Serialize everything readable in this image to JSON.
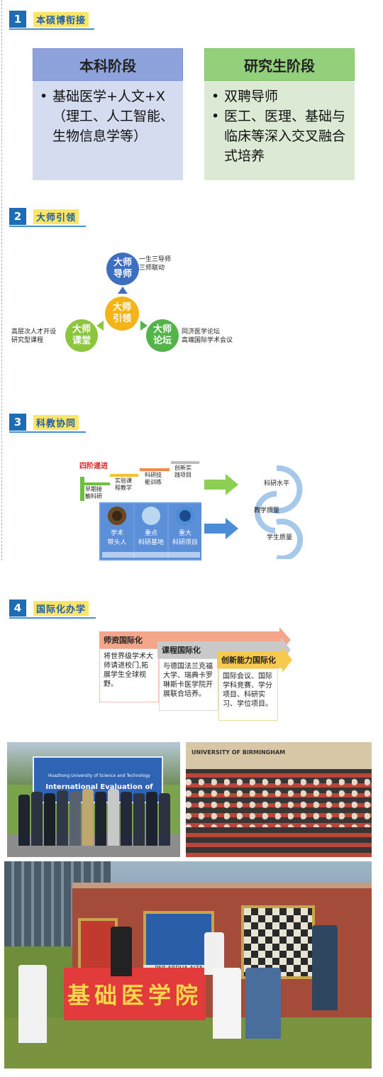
{
  "sections": [
    {
      "num": "1",
      "title": "本硕博衔接"
    },
    {
      "num": "2",
      "title": "大师引领"
    },
    {
      "num": "3",
      "title": "科教协同"
    },
    {
      "num": "4",
      "title": "国际化办学"
    }
  ],
  "stages": {
    "undergrad": {
      "title": "本科阶段",
      "items": [
        "基础医学+人文+X（理工、人工智能、生物信息学等）"
      ]
    },
    "postgrad": {
      "title": "研究生阶段",
      "items": [
        "双聘导师",
        "医工、医理、基础与临床等深入交叉融合式培养"
      ]
    }
  },
  "masters": {
    "center": "大师\n引领",
    "mentor": {
      "label": "大师\n导师",
      "note": "一生三导师\n三师联动"
    },
    "classroom": {
      "label": "大师\n课堂",
      "note": "高层次人才开设\n研究型课程"
    },
    "forum": {
      "label": "大师\n论坛",
      "note": "同济医学论坛\n高端国际学术会议"
    },
    "colors": {
      "mentor": "#3c6fbf",
      "center": "#f4b418",
      "classroom": "#8cc63f",
      "forum": "#53b449"
    }
  },
  "research": {
    "title": "四阶递进",
    "steps": [
      "早期接\n触科研",
      "实验课\n程教学",
      "科研技\n能训练",
      "创新实\n践项目"
    ],
    "panels": [
      {
        "label": "学术\n带头人"
      },
      {
        "label": "重点\n科研基地"
      },
      {
        "label": "重大\n科研项目"
      }
    ],
    "cycle": [
      "科研水平",
      "教学质量",
      "学生质量"
    ]
  },
  "intl": [
    {
      "title": "师资国际化",
      "body": "将世界级学术大师请进校门,拓展学生全球视野。"
    },
    {
      "title": "课程国际化",
      "body": "与德国法兰克福大学、瑞典卡罗琳斯卡医学院开展联合培养。"
    },
    {
      "title": "创新能力国际化",
      "body": "国际会议、国际学科竞赛、学分项目、科研实习、学位项目。"
    }
  ],
  "photos": {
    "conference_banner": "Huazhong University of Science and Technology",
    "conference_banner2": "International Evaluation of",
    "hall_sign": "UNIVERSITY OF BIRMINGHAM",
    "group_banner": "基础医学院",
    "shield_text": "PER ARDUA ALTA"
  }
}
